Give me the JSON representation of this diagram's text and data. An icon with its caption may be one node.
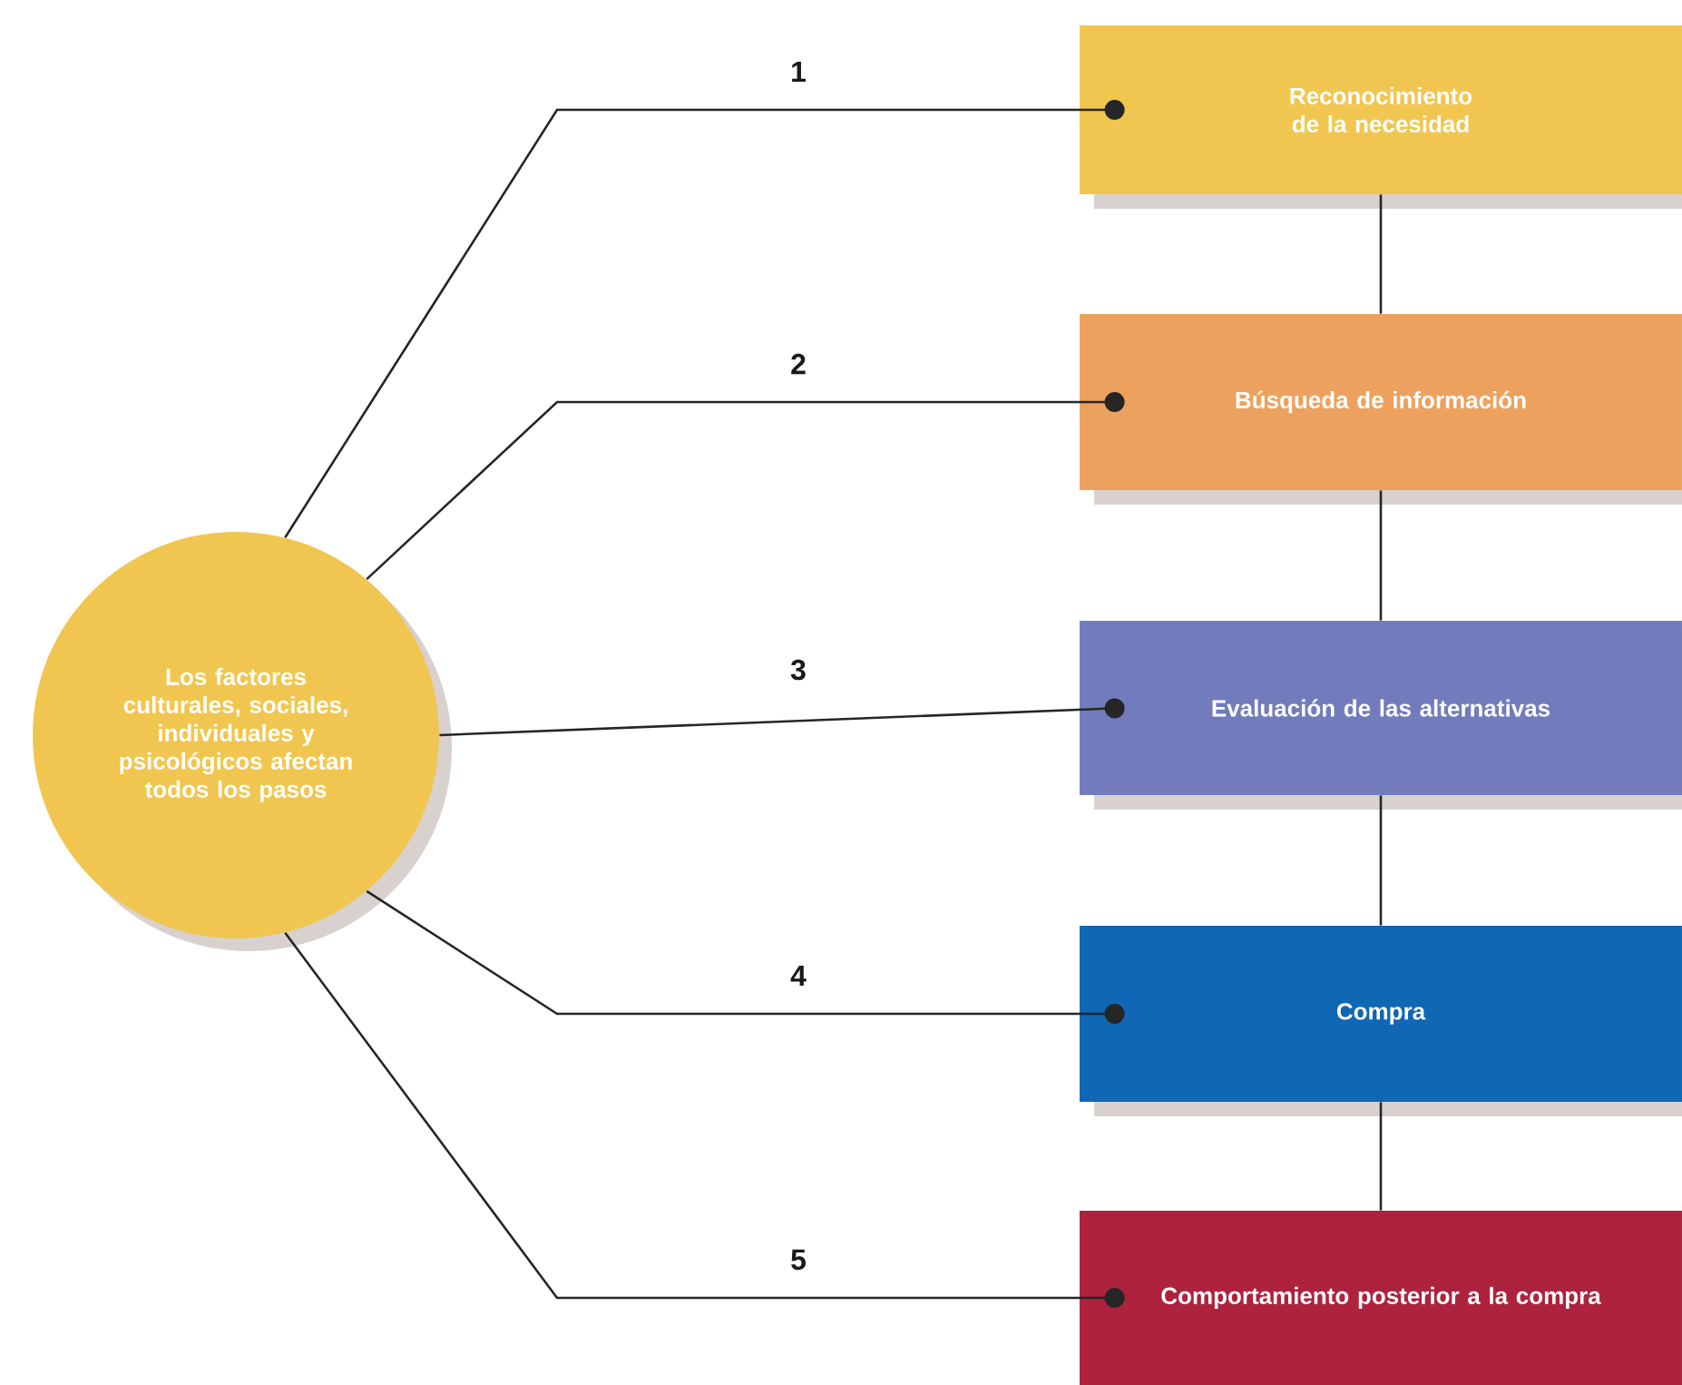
{
  "diagram": {
    "nodes": [
      {
        "text": [
          "Los factores culturales, sociales, individuales y psicológicos afectan todos los pasos"
        ]
      },
      {
        "text": [
          "Reconocimiento de la necesidad"
        ]
      },
      {
        "text": [
          "Búsqueda de información"
        ]
      },
      {
        "text": [
          "Evaluación de las alternativas"
        ]
      },
      {
        "text": [
          "Compra"
        ]
      },
      {
        "text": [
          "Comportamiento posterior a la compra"
        ]
      }
    ],
    "edges": [
      {
        "from": 0,
        "to": 1,
        "arrow": "other",
        "label": "1"
      },
      {
        "from": 0,
        "to": 2,
        "arrow": "other",
        "label": "2"
      },
      {
        "from": 0,
        "to": 3,
        "arrow": "other",
        "label": "3"
      },
      {
        "from": 0,
        "to": 4,
        "arrow": "other",
        "label": "4"
      },
      {
        "from": 0,
        "to": 5,
        "arrow": "other",
        "label": "5"
      },
      {
        "from": 1,
        "to": 2,
        "arrow": "none"
      },
      {
        "from": 2,
        "to": 3,
        "arrow": "none"
      },
      {
        "from": 3,
        "to": 4,
        "arrow": "none"
      },
      {
        "from": 4,
        "to": 5,
        "arrow": "none"
      }
    ]
  }
}
